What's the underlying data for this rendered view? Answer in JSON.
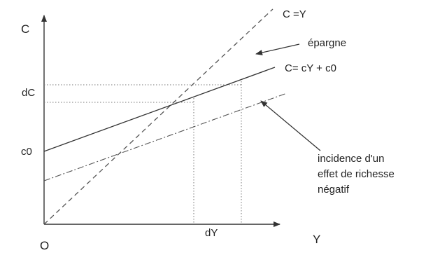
{
  "diagram": {
    "axis_labels": {
      "y": "C",
      "x": "Y",
      "origin": "O"
    },
    "tick_labels": {
      "dC": "dC",
      "c0": "c0",
      "dY": "dY"
    },
    "line_labels": {
      "bisector": "C =Y",
      "consumption": "C= cY + c0"
    },
    "annotations": {
      "savings": "épargne",
      "wealth_effect": [
        "incidence d'un",
        "effet de richesse",
        "négatif"
      ]
    },
    "colors": {
      "ink": "#333333",
      "dotted": "#777777"
    }
  }
}
